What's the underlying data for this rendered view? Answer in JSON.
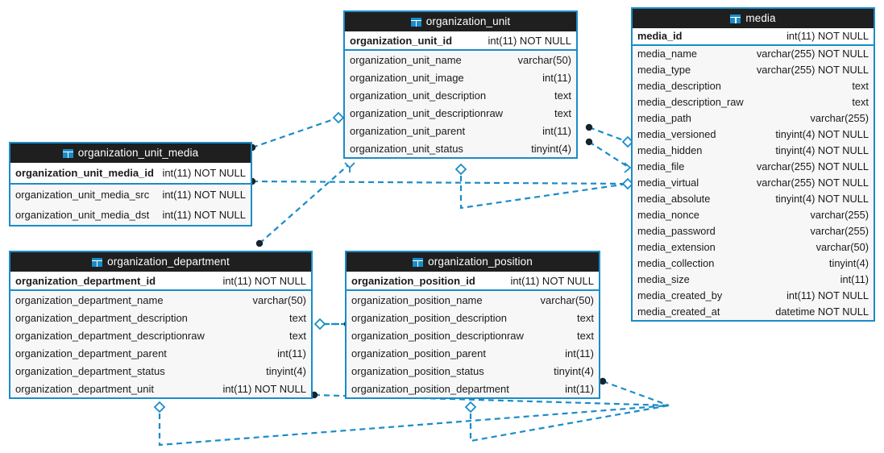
{
  "diagram": {
    "kind": "database-er-diagram",
    "colors": {
      "accent": "#1a8cc8",
      "header_bg": "#1f1f1f",
      "header_text": "#ffffff",
      "row_bg": "#f7f7f7",
      "pk_row_bg": "#ffffff",
      "text": "#1a1a1a",
      "canvas": "#ffffff"
    },
    "icon_name": "table-icon"
  },
  "tables": {
    "organization_unit": {
      "title": "organization_unit",
      "pk": {
        "name": "organization_unit_id",
        "type": "int(11) NOT NULL"
      },
      "columns": [
        {
          "name": "organization_unit_name",
          "type": "varchar(50)"
        },
        {
          "name": "organization_unit_image",
          "type": "int(11)"
        },
        {
          "name": "organization_unit_description",
          "type": "text"
        },
        {
          "name": "organization_unit_descriptionraw",
          "type": "text"
        },
        {
          "name": "organization_unit_parent",
          "type": "int(11)"
        },
        {
          "name": "organization_unit_status",
          "type": "tinyint(4)"
        }
      ]
    },
    "media": {
      "title": "media",
      "pk": {
        "name": "media_id",
        "type": "int(11) NOT NULL"
      },
      "columns": [
        {
          "name": "media_name",
          "type": "varchar(255) NOT NULL"
        },
        {
          "name": "media_type",
          "type": "varchar(255) NOT NULL"
        },
        {
          "name": "media_description",
          "type": "text"
        },
        {
          "name": "media_description_raw",
          "type": "text"
        },
        {
          "name": "media_path",
          "type": "varchar(255)"
        },
        {
          "name": "media_versioned",
          "type": "tinyint(4) NOT NULL"
        },
        {
          "name": "media_hidden",
          "type": "tinyint(4) NOT NULL"
        },
        {
          "name": "media_file",
          "type": "varchar(255) NOT NULL"
        },
        {
          "name": "media_virtual",
          "type": "varchar(255) NOT NULL"
        },
        {
          "name": "media_absolute",
          "type": "tinyint(4) NOT NULL"
        },
        {
          "name": "media_nonce",
          "type": "varchar(255)"
        },
        {
          "name": "media_password",
          "type": "varchar(255)"
        },
        {
          "name": "media_extension",
          "type": "varchar(50)"
        },
        {
          "name": "media_collection",
          "type": "tinyint(4)"
        },
        {
          "name": "media_size",
          "type": "int(11)"
        },
        {
          "name": "media_created_by",
          "type": "int(11) NOT NULL"
        },
        {
          "name": "media_created_at",
          "type": "datetime NOT NULL"
        }
      ]
    },
    "organization_unit_media": {
      "title": "organization_unit_media",
      "pk": {
        "name": "organization_unit_media_id",
        "type": "int(11) NOT NULL"
      },
      "columns": [
        {
          "name": "organization_unit_media_src",
          "type": "int(11) NOT NULL"
        },
        {
          "name": "organization_unit_media_dst",
          "type": "int(11) NOT NULL"
        }
      ]
    },
    "organization_department": {
      "title": "organization_department",
      "pk": {
        "name": "organization_department_id",
        "type": "int(11) NOT NULL"
      },
      "columns": [
        {
          "name": "organization_department_name",
          "type": "varchar(50)"
        },
        {
          "name": "organization_department_description",
          "type": "text"
        },
        {
          "name": "organization_department_descriptionraw",
          "type": "text"
        },
        {
          "name": "organization_department_parent",
          "type": "int(11)"
        },
        {
          "name": "organization_department_status",
          "type": "tinyint(4)"
        },
        {
          "name": "organization_department_unit",
          "type": "int(11) NOT NULL"
        }
      ]
    },
    "organization_position": {
      "title": "organization_position",
      "pk": {
        "name": "organization_position_id",
        "type": "int(11) NOT NULL"
      },
      "columns": [
        {
          "name": "organization_position_name",
          "type": "varchar(50)"
        },
        {
          "name": "organization_position_description",
          "type": "text"
        },
        {
          "name": "organization_position_descriptionraw",
          "type": "text"
        },
        {
          "name": "organization_position_parent",
          "type": "int(11)"
        },
        {
          "name": "organization_position_status",
          "type": "tinyint(4)"
        },
        {
          "name": "organization_position_department",
          "type": "int(11)"
        }
      ]
    }
  },
  "relationships": [
    {
      "from": "organization_unit_media",
      "to": "organization_unit"
    },
    {
      "from": "organization_unit_media",
      "to": "media"
    },
    {
      "from": "organization_unit",
      "to": "media"
    },
    {
      "from": "organization_unit",
      "to": "media"
    },
    {
      "from": "organization_department",
      "to": "organization_unit"
    },
    {
      "from": "organization_position",
      "to": "organization_department"
    },
    {
      "from": "organization_department",
      "to": "media"
    },
    {
      "from": "organization_position",
      "to": "media"
    }
  ]
}
